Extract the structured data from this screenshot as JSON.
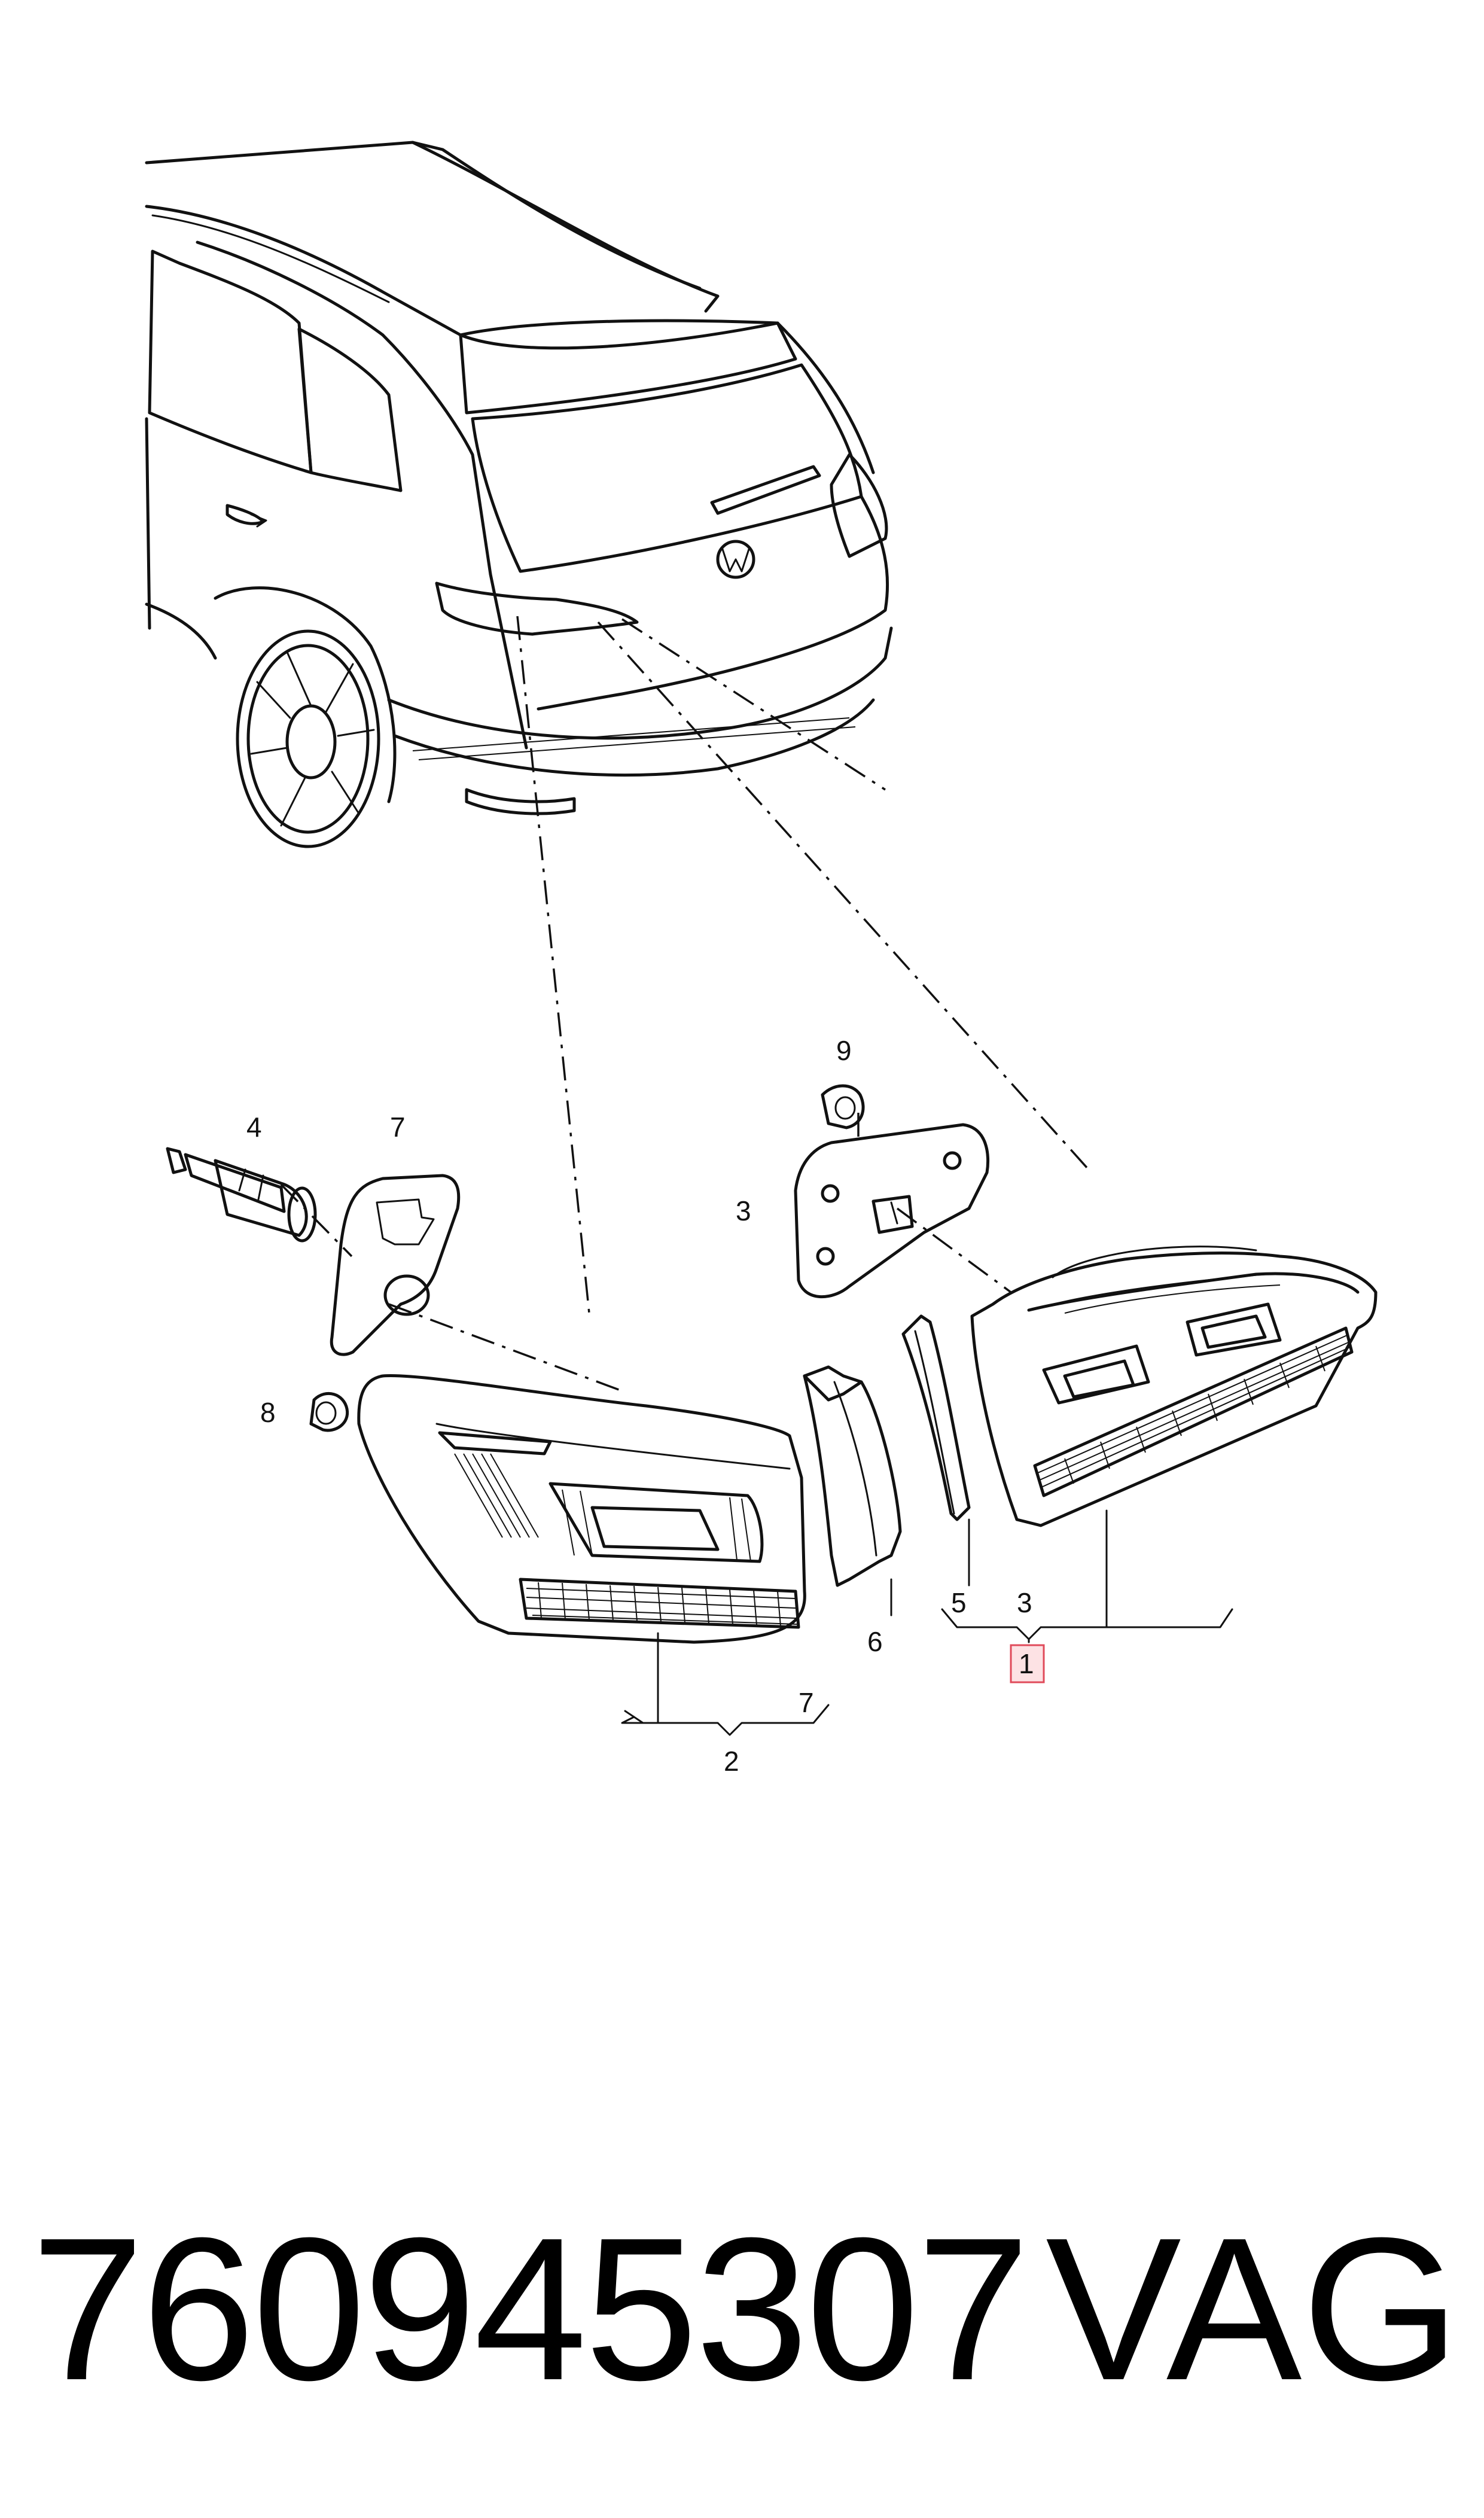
{
  "callouts": {
    "c1": "1",
    "c2": "2",
    "c3_left": "3",
    "c3_right": "3",
    "c4": "4",
    "c5": "5",
    "c6": "6",
    "c7_top": "7",
    "c7_bottom": "7",
    "c8": "8",
    "c9": "9"
  },
  "footer": {
    "part_number": "760945307",
    "brand": "VAG"
  },
  "colors": {
    "line": "#111111",
    "highlight_fill": "#fde2e4",
    "highlight_stroke": "#e04a5a"
  }
}
